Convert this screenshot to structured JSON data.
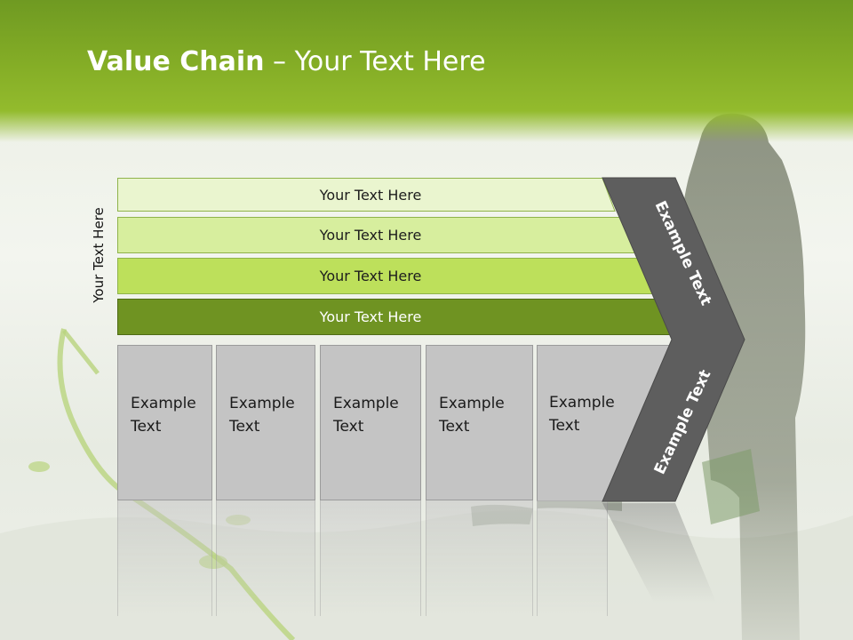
{
  "title": {
    "bold": "Value Chain",
    "rest": " – Your Text Here"
  },
  "side_label": "Your Text Here",
  "bands": [
    {
      "label": "Your Text Here",
      "color": "#eaf5cf"
    },
    {
      "label": "Your Text Here",
      "color": "#d7ee9e"
    },
    {
      "label": "Your Text Here",
      "color": "#bde05b"
    },
    {
      "label": "Your Text Here",
      "color": "#6f9322"
    }
  ],
  "columns": [
    {
      "line1": "Example",
      "line2": "Text"
    },
    {
      "line1": "Example",
      "line2": "Text"
    },
    {
      "line1": "Example",
      "line2": "Text"
    },
    {
      "line1": "Example",
      "line2": "Text"
    },
    {
      "line1": "Example",
      "line2": "Text"
    }
  ],
  "chevron": {
    "top_label": "Example Text",
    "bottom_label": "Example Text",
    "color": "#5e5e5e"
  }
}
